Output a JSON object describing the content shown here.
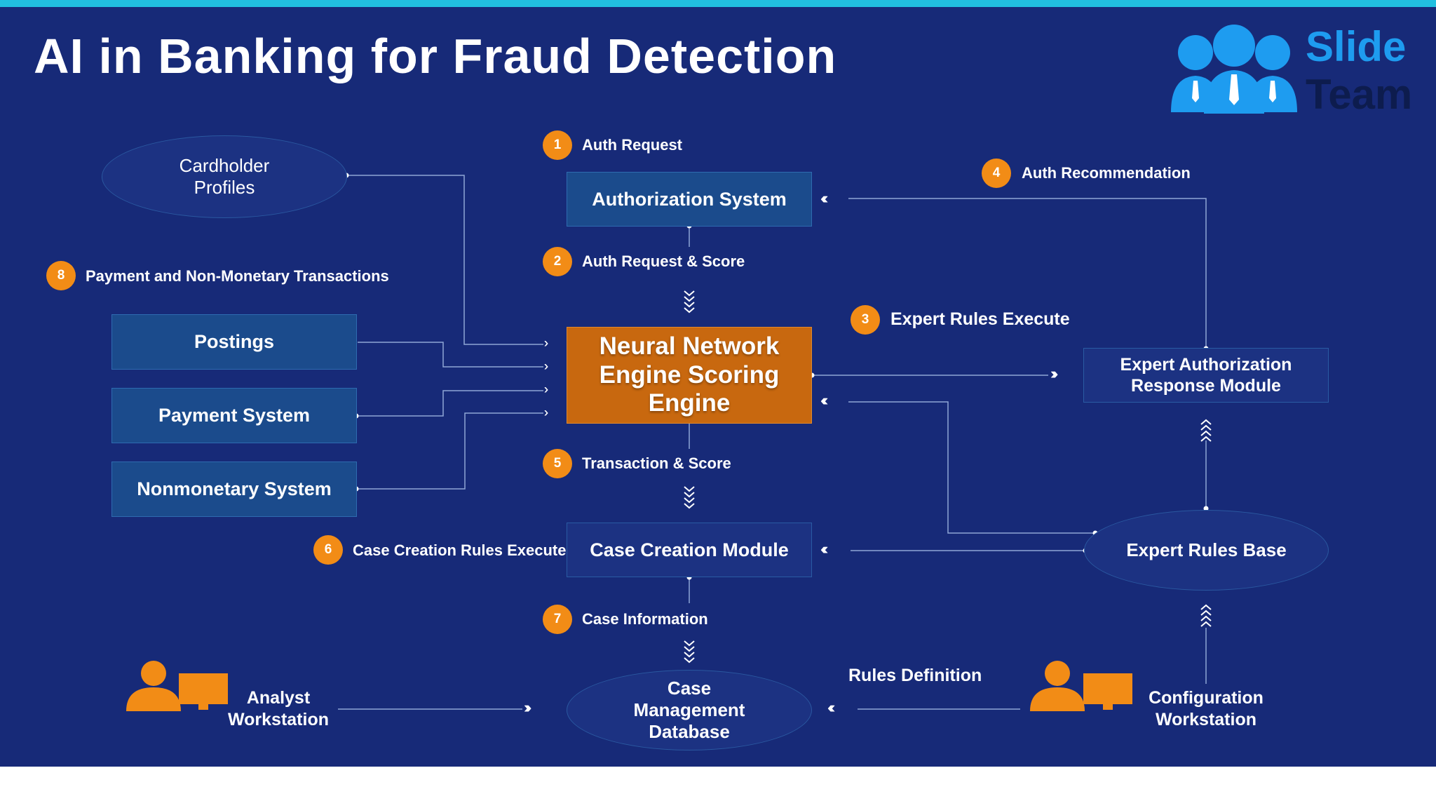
{
  "title": "AI in Banking for Fraud Detection",
  "logo": {
    "line1": "Slide",
    "line2": "Team"
  },
  "colors": {
    "background": "#172a78",
    "accent_top_bar": "#21bfe0",
    "badge": "#f28c16",
    "neural_engine": "#c8680f",
    "box_blue": "#1b4b8c",
    "logo_blue": "#1e9cf0"
  },
  "nodes": {
    "cardholder_profiles": "Cardholder Profiles",
    "authorization_system": "Authorization System",
    "neural_engine": "Neural Network Engine Scoring Engine",
    "expert_auth_module": "Expert Authorization Response Module",
    "postings": "Postings",
    "payment_system": "Payment System",
    "nonmonetary_system": "Nonmonetary System",
    "case_creation_module": "Case Creation Module",
    "expert_rules_base": "Expert Rules Base",
    "case_db": "Case Management Database",
    "analyst_workstation": "Analyst Workstation",
    "configuration_workstation": "Configuration Workstation"
  },
  "steps": [
    {
      "num": "1",
      "label": "Auth Request"
    },
    {
      "num": "2",
      "label": "Auth Request & Score"
    },
    {
      "num": "3",
      "label": "Expert Rules Execute"
    },
    {
      "num": "4",
      "label": "Auth Recommendation"
    },
    {
      "num": "5",
      "label": "Transaction & Score"
    },
    {
      "num": "6",
      "label": "Case Creation Rules Execute"
    },
    {
      "num": "7",
      "label": "Case Information"
    },
    {
      "num": "8",
      "label": "Payment and Non-Monetary Transactions"
    }
  ],
  "rules_definition": "Rules Definition",
  "icons": {
    "person": "person-icon",
    "monitor": "monitor-icon",
    "logo": "team-logo-icon"
  }
}
